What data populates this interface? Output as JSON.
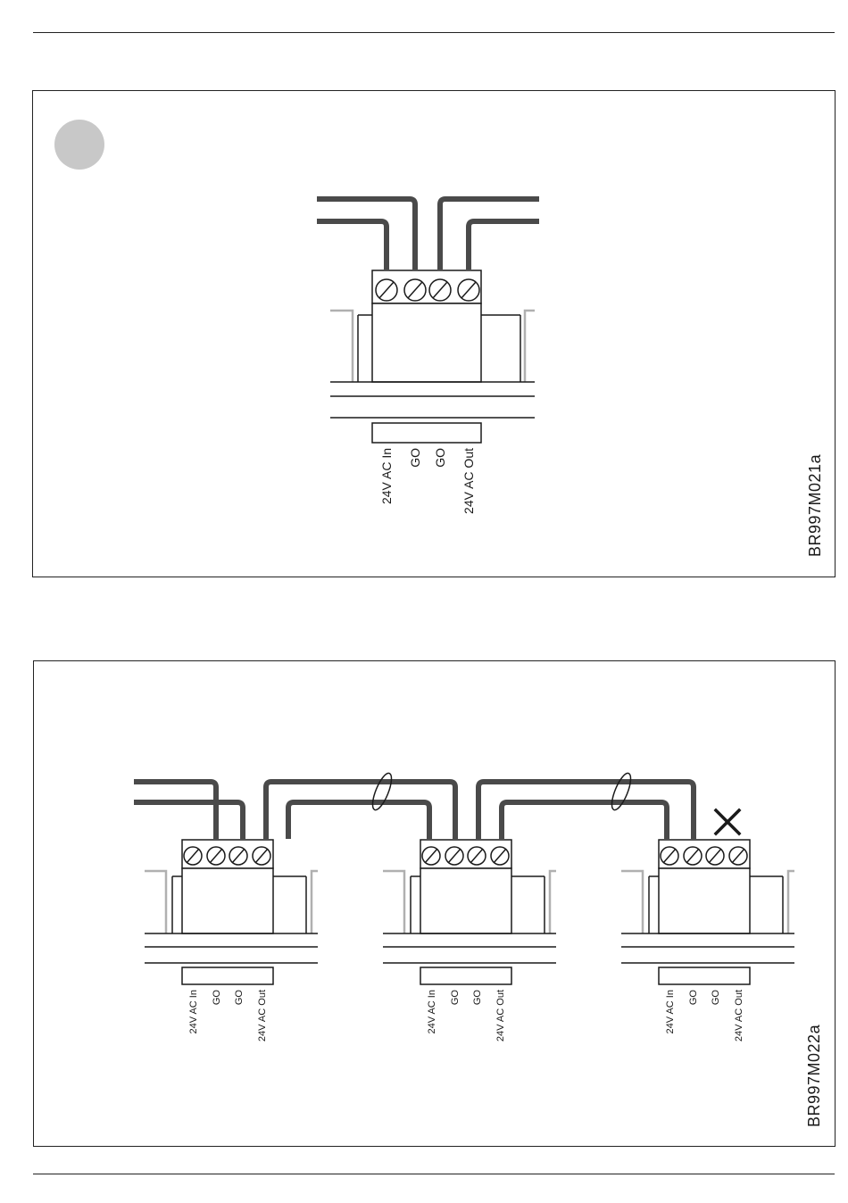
{
  "colors": {
    "cable": "#4a4a4a",
    "line": "#1a1a1a",
    "housing_edge": "#b0b0b0",
    "marker": "#c8c8c8"
  },
  "icons": {
    "screw": "screw-terminal-icon",
    "marker": "step-marker-circle",
    "no_connection": "x-mark-icon"
  },
  "figure1": {
    "code": "BR997M021a",
    "terminal_labels": [
      "24V AC In",
      "GO",
      "GO",
      "24V AC Out"
    ]
  },
  "figure2": {
    "code": "BR997M022a",
    "modules": [
      {
        "terminal_labels": [
          "24V AC In",
          "GO",
          "GO",
          "24V AC Out"
        ]
      },
      {
        "terminal_labels": [
          "24V AC In",
          "GO",
          "GO",
          "24V AC Out"
        ]
      },
      {
        "terminal_labels": [
          "24V AC In",
          "GO",
          "GO",
          "24V AC Out"
        ]
      }
    ]
  }
}
